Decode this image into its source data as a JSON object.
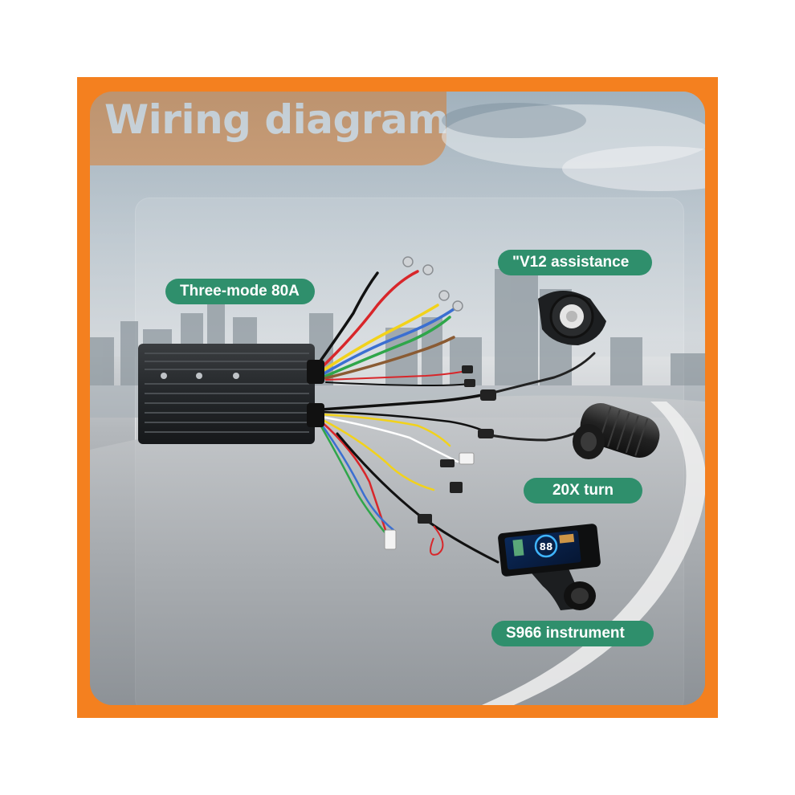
{
  "title": "Wiring diagram",
  "labels": {
    "controller": "Three-mode 80A",
    "sensor": "\"V12 assistance",
    "throttle": "20X turn",
    "display": "S966 instrument"
  },
  "colors": {
    "frame": "#f4801f",
    "label_bg": "#2f8f6c",
    "label_text": "#ffffff",
    "title_text": "#ffffff"
  },
  "display_screen": {
    "speed": "88"
  }
}
